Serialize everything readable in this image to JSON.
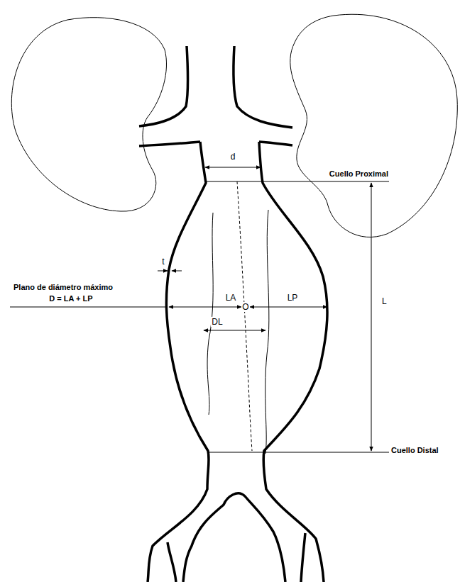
{
  "diagram": {
    "labels": [
      "d",
      "Cuello Proximal",
      "t",
      "Plano de diámetro máximo",
      "D = LA + LP",
      "LA",
      "O",
      "LP",
      "L",
      "DL",
      "Cuello Distal"
    ]
  }
}
